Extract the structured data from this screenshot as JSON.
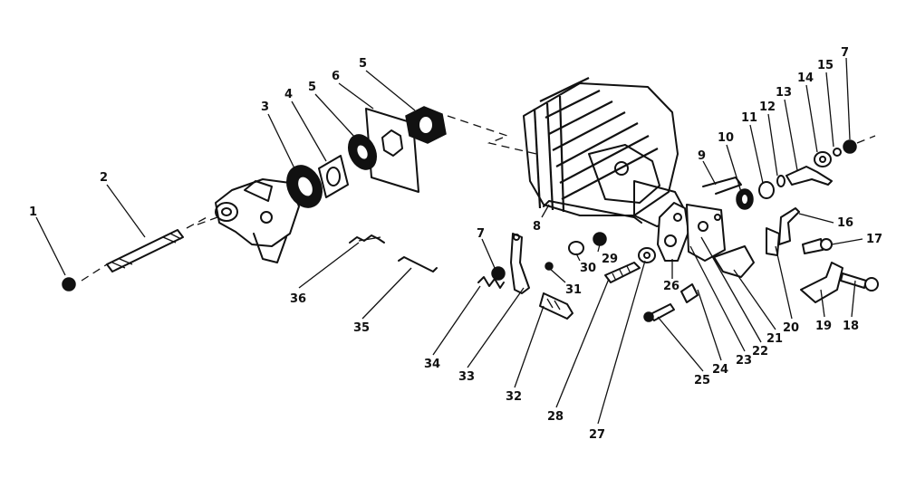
{
  "diagram": {
    "callouts": [
      {
        "id": "1",
        "text": "1"
      },
      {
        "id": "2",
        "text": "2"
      },
      {
        "id": "3",
        "text": "3"
      },
      {
        "id": "4",
        "text": "4"
      },
      {
        "id": "5a",
        "text": "5"
      },
      {
        "id": "5b",
        "text": "5"
      },
      {
        "id": "6",
        "text": "6"
      },
      {
        "id": "7a",
        "text": "7"
      },
      {
        "id": "7b",
        "text": "7"
      },
      {
        "id": "8",
        "text": "8"
      },
      {
        "id": "9",
        "text": "9"
      },
      {
        "id": "10",
        "text": "10"
      },
      {
        "id": "11",
        "text": "11"
      },
      {
        "id": "12",
        "text": "12"
      },
      {
        "id": "13",
        "text": "13"
      },
      {
        "id": "14",
        "text": "14"
      },
      {
        "id": "15",
        "text": "15"
      },
      {
        "id": "16",
        "text": "16"
      },
      {
        "id": "17",
        "text": "17"
      },
      {
        "id": "18",
        "text": "18"
      },
      {
        "id": "19",
        "text": "19"
      },
      {
        "id": "20",
        "text": "20"
      },
      {
        "id": "21",
        "text": "21"
      },
      {
        "id": "22",
        "text": "22"
      },
      {
        "id": "23",
        "text": "23"
      },
      {
        "id": "24",
        "text": "24"
      },
      {
        "id": "25",
        "text": "25"
      },
      {
        "id": "26",
        "text": "26"
      },
      {
        "id": "27",
        "text": "27"
      },
      {
        "id": "28",
        "text": "28"
      },
      {
        "id": "29",
        "text": "29"
      },
      {
        "id": "30",
        "text": "30"
      },
      {
        "id": "31",
        "text": "31"
      },
      {
        "id": "32",
        "text": "32"
      },
      {
        "id": "33",
        "text": "33"
      },
      {
        "id": "34",
        "text": "34"
      },
      {
        "id": "35",
        "text": "35"
      },
      {
        "id": "36",
        "text": "36"
      }
    ]
  }
}
